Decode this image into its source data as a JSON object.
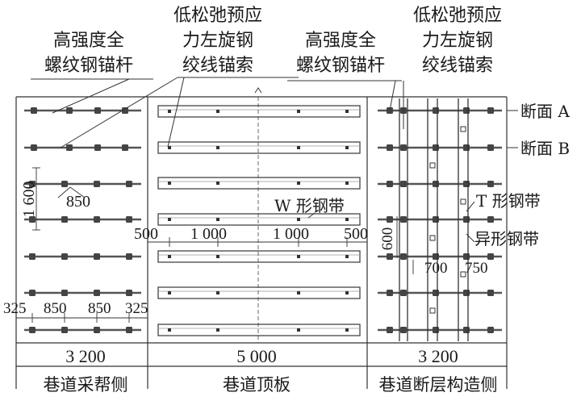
{
  "labels": {
    "bolt_left": [
      "高强度全",
      "螺纹钢锚杆"
    ],
    "cable_center": [
      "低松弛预应",
      "力左旋钢",
      "绞线锚索"
    ],
    "bolt_right": [
      "高强度全",
      "螺纹钢锚杆"
    ],
    "cable_right": [
      "低松弛预应",
      "力左旋钢",
      "绞线锚索"
    ],
    "section_a": "断面 A",
    "section_b": "断面 B",
    "w_strap": "W 形钢带",
    "t_strap": "T 形钢带",
    "odd_strap": "异形钢带"
  },
  "dims": {
    "v_1600": "1 600",
    "h_850": "850",
    "left_bottom": [
      "325",
      "850",
      "850",
      "325"
    ],
    "center": [
      "500",
      "1 000",
      "1 000",
      "500"
    ],
    "right_600": "600",
    "right_700": "700",
    "right_750": "750"
  },
  "panels": {
    "left": {
      "width": "3 200",
      "name": "巷道采帮侧"
    },
    "center": {
      "width": "5 000",
      "name": "巷道顶板"
    },
    "right": {
      "width": "3 200",
      "name": "巷道断层构造侧"
    }
  }
}
